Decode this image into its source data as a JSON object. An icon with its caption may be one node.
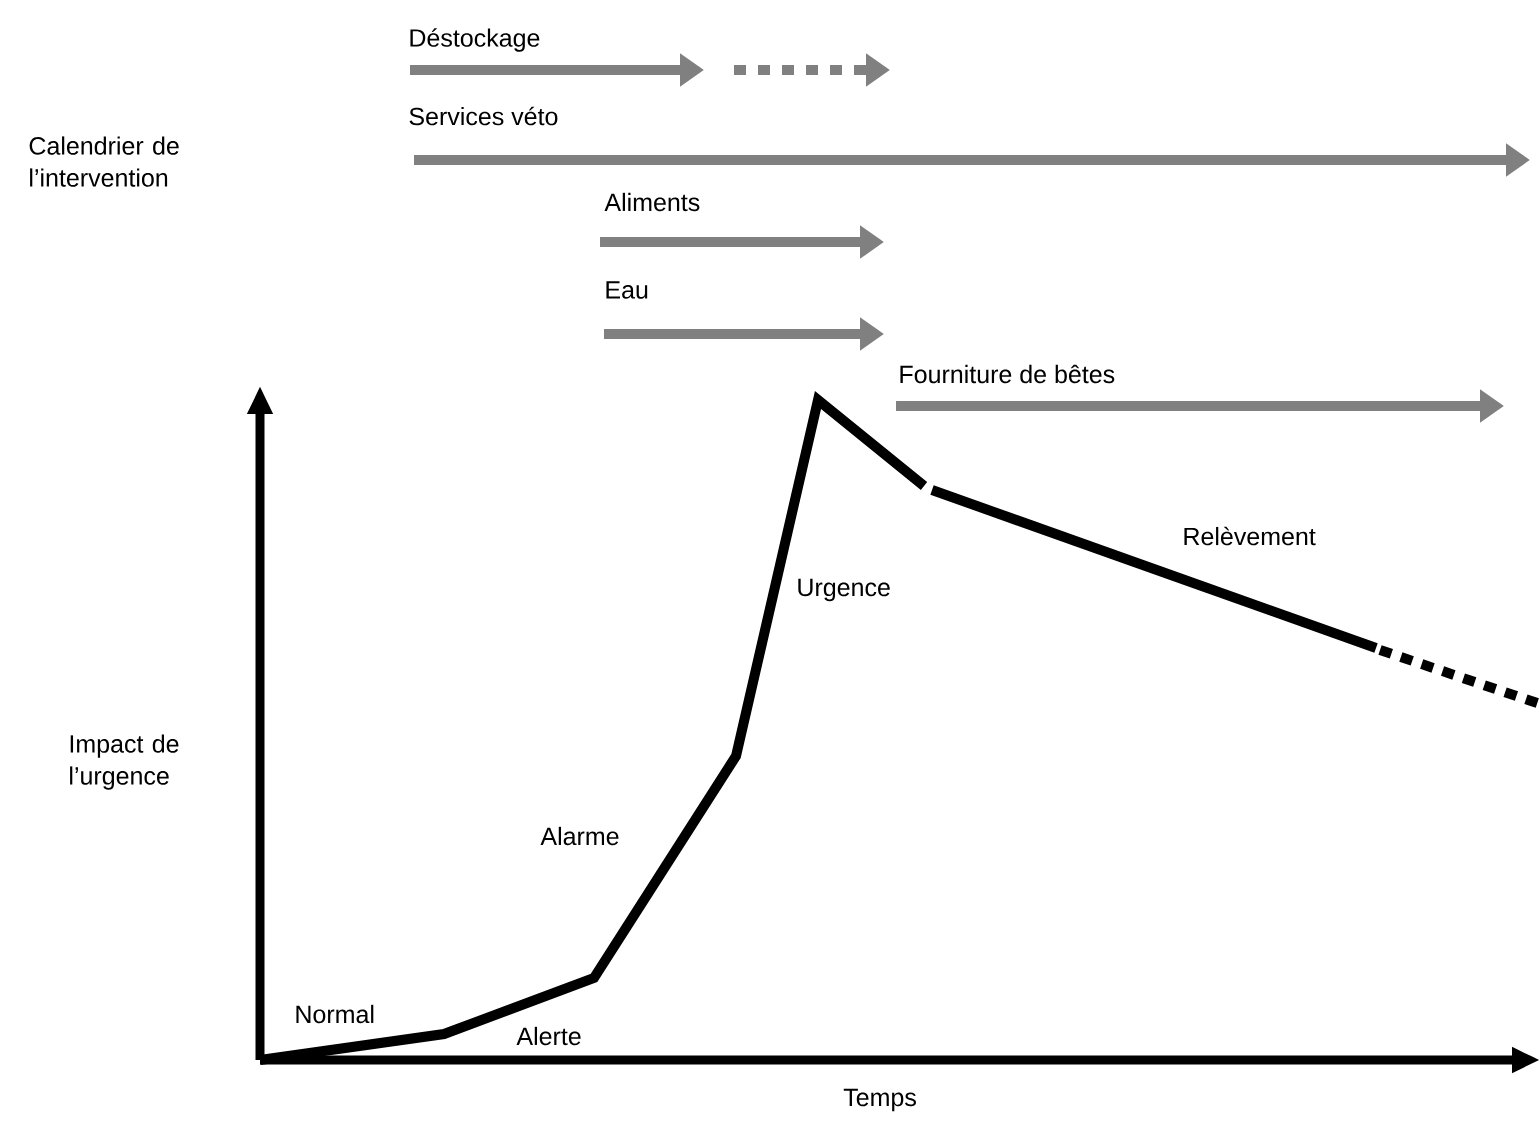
{
  "diagram": {
    "labels": [
      "Déstockage",
      "Services véto",
      "Calendrier de l’intervention",
      "Aliments",
      "Eau",
      "Fourniture de bêtes",
      "Relèvement",
      "Urgence",
      "Impact de l’urgence",
      "Alarme",
      "Normal",
      "Alerte",
      "Temps"
    ]
  }
}
